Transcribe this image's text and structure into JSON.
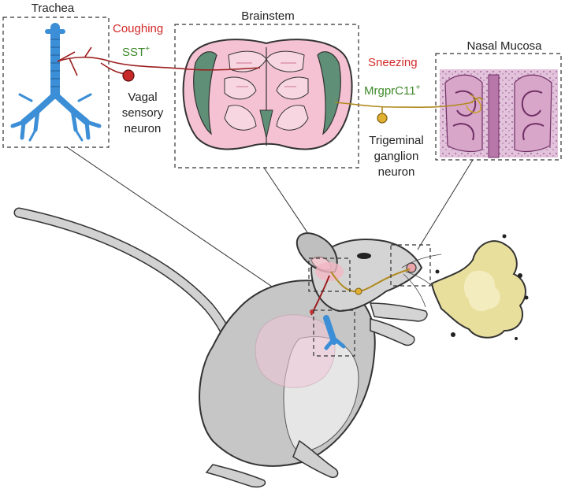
{
  "panels": {
    "trachea": "Trachea",
    "brainstem": "Brainstem",
    "nasal_mucosa": "Nasal Mucosa"
  },
  "pathways": {
    "coughing": {
      "reflex": "Coughing",
      "marker": "SST",
      "marker_sup": "+",
      "neuron_line1": "Vagal",
      "neuron_line2": "sensory",
      "neuron_line3": "neuron"
    },
    "sneezing": {
      "reflex": "Sneezing",
      "marker": "MrgprC11",
      "marker_sup": "+",
      "neuron_line1": "Trigeminal",
      "neuron_line2": "ganglion",
      "neuron_line3": "neuron"
    }
  },
  "colors": {
    "reflex_label": "#d42a2a",
    "marker_label": "#3f8a2b",
    "trachea": "#3c8fd6",
    "brainstem": "#f2bfd0",
    "nasal": "#c98dbb",
    "vagal_fiber": "#9c2020",
    "trigeminal_fiber": "#b08a1e",
    "mouse_body": "#c9c9c9",
    "sneeze_cloud": "#e7dc9a"
  },
  "icons": [
    "trachea-icon",
    "brainstem-section-icon",
    "nasal-mucosa-icon",
    "mouse-icon",
    "sneeze-cloud-icon",
    "neuron-soma-icon"
  ]
}
